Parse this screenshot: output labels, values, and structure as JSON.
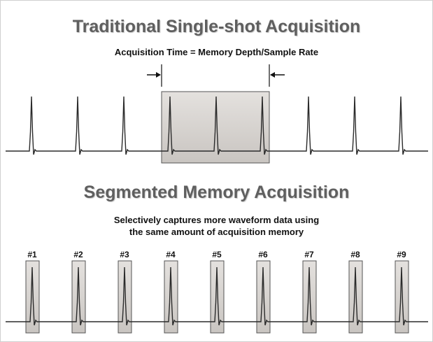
{
  "diagram": {
    "top": {
      "title": "Traditional Single-shot Acquisition",
      "subtitle": "Acquisition Time = Memory Depth/Sample Rate",
      "pulse_count": 9,
      "captured_pulses": 3,
      "box_color": "#d6d2ce"
    },
    "bottom": {
      "title": "Segmented Memory Acquisition",
      "subtitle_line1": "Selectively captures more waveform data using",
      "subtitle_line2": "the same amount of acquisition memory",
      "segments": [
        "#1",
        "#2",
        "#3",
        "#4",
        "#5",
        "#6",
        "#7",
        "#8",
        "#9"
      ],
      "box_color": "#d6d2ce"
    },
    "colors": {
      "title": "#5f5f5f",
      "waveform": "#2b2b2b",
      "box_border": "#555555"
    }
  }
}
